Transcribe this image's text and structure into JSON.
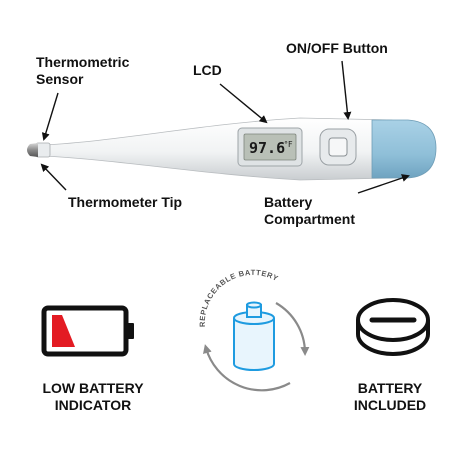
{
  "labels": {
    "thermometric_sensor": [
      "Thermometric",
      "Sensor"
    ],
    "lcd": "LCD",
    "on_off_button": "ON/OFF Button",
    "thermometer_tip": "Thermometer Tip",
    "battery_compartment": [
      "Battery",
      "Compartment"
    ]
  },
  "display": {
    "reading": "97.6",
    "unit": "°F"
  },
  "features": {
    "low_battery": [
      "LOW BATTERY",
      "INDICATOR"
    ],
    "replaceable_battery_arc": "REPLACEABLE BATTERY",
    "battery_included": [
      "BATTERY",
      "INCLUDED"
    ]
  },
  "colors": {
    "cap_blue": "#8fbfd8",
    "low_battery_red": "#e31b23",
    "battery_cyan": "#1e9be0",
    "body_white": "#f4f6f7"
  }
}
